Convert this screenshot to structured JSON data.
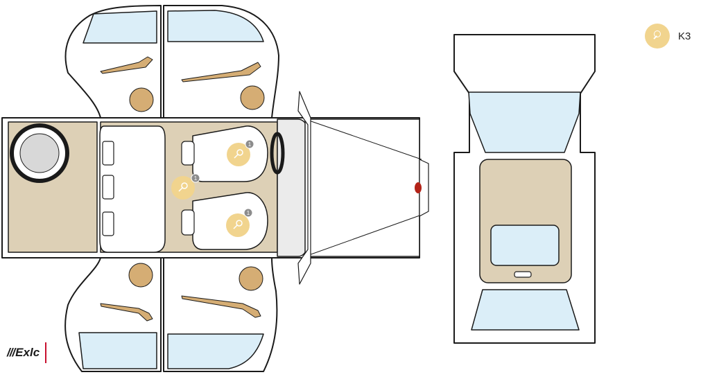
{
  "legend": {
    "label": "K3",
    "color": "#f1d48e"
  },
  "markers": {
    "badge_text": "1"
  },
  "logo": {
    "bars": "///",
    "text": "Exlc"
  },
  "colors": {
    "outline": "#1a1a1a",
    "floor": "#ddd0b6",
    "glass": "#dbeef8",
    "trim": "#d5ad74",
    "tail_light": "#b32318",
    "badge": "#8c8c8c"
  },
  "icons": [
    "wheel-icon",
    "key-icon",
    "logo"
  ]
}
